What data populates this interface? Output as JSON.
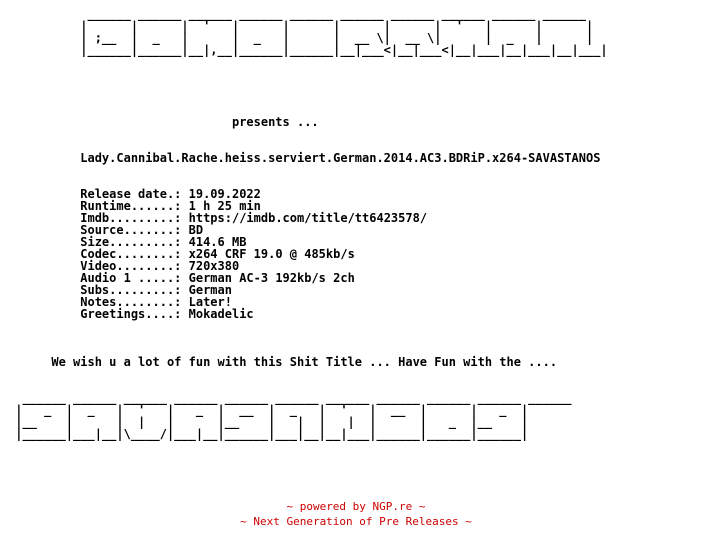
{
  "logo_top_art": [
    "           ______ ______ ______ ______ ______ ______ ______ ______ ______ ______ ",
    "          |      |      |  '   |      |      |      |      |  '   |      |      |",
    "          | ;__  |  _   |      |  _   |      |  __ \\|  __ \\|      |  _   |      |",
    "          |______|______|__|,__|______|______|__|___<|__|___<|__|___|__|___|__|___|"
  ],
  "presents_line": "                               presents ...",
  "release_title": "Lady.Cannibal.Rache.heiss.serviert.German.2014.AC3.BDRiP.x264-SAVASTANOS",
  "info_rows": [
    {
      "label": "Release date.: ",
      "value": "19.09.2022"
    },
    {
      "label": "Runtime......: ",
      "value": "1 h 25 min"
    },
    {
      "label": "Imdb.........: ",
      "value": "https://imdb.com/title/tt6423578/"
    },
    {
      "label": "Source.......: ",
      "value": "BD"
    },
    {
      "label": "Size.........: ",
      "value": "414.6 MB"
    },
    {
      "label": "Codec........: ",
      "value": "x264 CRF 19.0 @ 485kb/s"
    },
    {
      "label": "Video........: ",
      "value": "720x380"
    },
    {
      "label": "Audio 1 .....: ",
      "value": "German AC-3 192kb/s 2ch"
    },
    {
      "label": "Subs.........: ",
      "value": "German"
    },
    {
      "label": "Notes........: ",
      "value": "Later!"
    },
    {
      "label": "Greetings....: ",
      "value": "Mokadelic"
    }
  ],
  "wish_line": "      We wish u a lot of fun with this Shit Title ... Have Fun with the ....",
  "logo_bottom_art": [
    "  ______ ______ ______ ______ ______ ______ ______ ______ ______ ______ ______ ",
    " |   _  |  _   |  '   |   _  |  __  |  _   |  '   |  __  |      |   _  |",
    " |__    |      |  |   |      |__    |   |  |   |  |      |   _  |__    |",
    " |______|___|__|\\____/|___|__|______|___|__|__|___|______|______|______|"
  ],
  "footer": {
    "line1": "~ powered by NGP.re ~",
    "line2": "~ Next Generation of Pre Releases ~",
    "color": "#cc0000"
  }
}
